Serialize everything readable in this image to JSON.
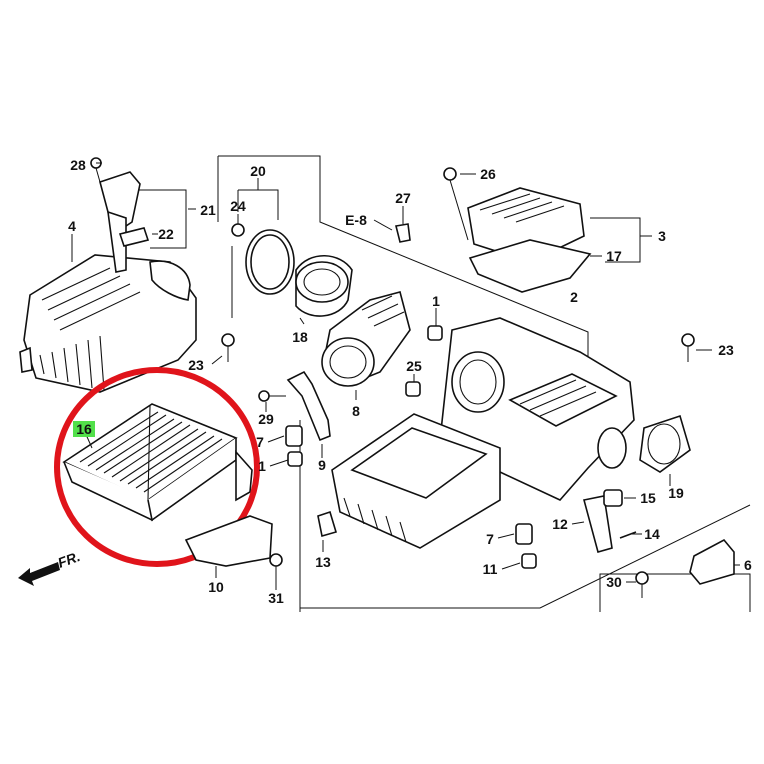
{
  "callouts": [
    {
      "id": "c28",
      "text": "28"
    },
    {
      "id": "c21",
      "text": "21"
    },
    {
      "id": "c22",
      "text": "22"
    },
    {
      "id": "c4",
      "text": "4"
    },
    {
      "id": "c20",
      "text": "20"
    },
    {
      "id": "c24",
      "text": "24"
    },
    {
      "id": "cE8",
      "text": "E-8"
    },
    {
      "id": "c27",
      "text": "27"
    },
    {
      "id": "c26",
      "text": "26"
    },
    {
      "id": "c3",
      "text": "3"
    },
    {
      "id": "c17",
      "text": "17"
    },
    {
      "id": "c2",
      "text": "2"
    },
    {
      "id": "c1a",
      "text": "1"
    },
    {
      "id": "c18",
      "text": "18"
    },
    {
      "id": "c23a",
      "text": "23"
    },
    {
      "id": "c23b",
      "text": "23"
    },
    {
      "id": "c8",
      "text": "8"
    },
    {
      "id": "c25",
      "text": "25"
    },
    {
      "id": "c29",
      "text": "29"
    },
    {
      "id": "c7a",
      "text": "7"
    },
    {
      "id": "c1b",
      "text": "1"
    },
    {
      "id": "c9",
      "text": "9"
    },
    {
      "id": "c16",
      "text": "16"
    },
    {
      "id": "c15",
      "text": "15"
    },
    {
      "id": "c19",
      "text": "19"
    },
    {
      "id": "c12",
      "text": "12"
    },
    {
      "id": "c14",
      "text": "14"
    },
    {
      "id": "c7b",
      "text": "7"
    },
    {
      "id": "c11",
      "text": "11"
    },
    {
      "id": "c13",
      "text": "13"
    },
    {
      "id": "c10",
      "text": "10"
    },
    {
      "id": "c31",
      "text": "31"
    },
    {
      "id": "c30",
      "text": "30"
    },
    {
      "id": "c6",
      "text": "6"
    }
  ],
  "front_marker": "FR.",
  "colors": {
    "line": "#111111",
    "highlight_ring": "#e0141b",
    "label_highlight": "#52e04a",
    "background": "#ffffff"
  }
}
